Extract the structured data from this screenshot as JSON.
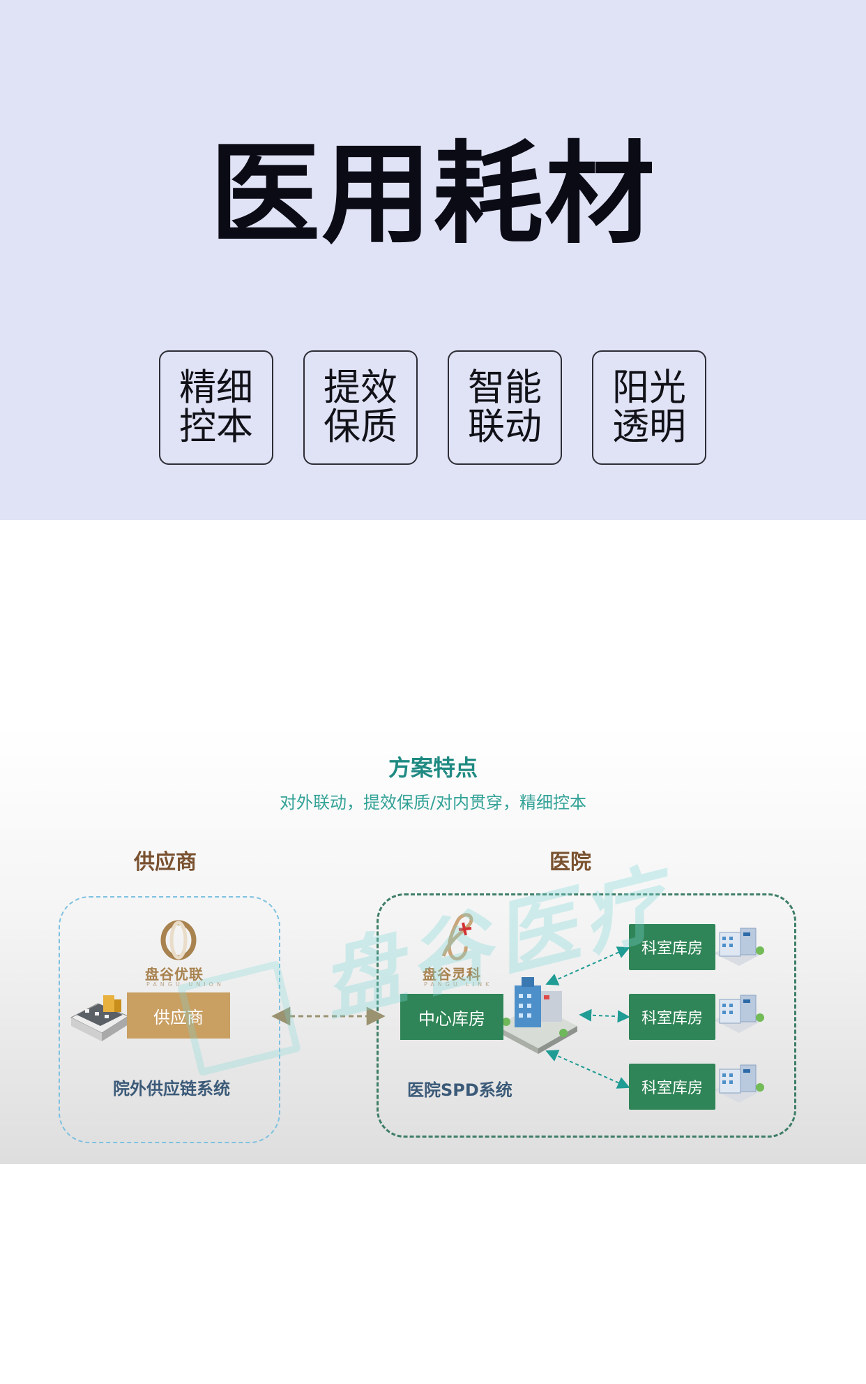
{
  "hero": {
    "title": "医用耗材",
    "tags": [
      "精细控本",
      "提效保质",
      "智能联动",
      "阳光透明"
    ]
  },
  "diagram": {
    "title": "方案特点",
    "subtitle": "对外联动，提效保质/对内贯穿，精细控本",
    "supplier_column": "供应商",
    "hospital_column": "医院",
    "supplier_logo": {
      "name": "盘谷优联",
      "sub": "PANGU UNION"
    },
    "hospital_logo": {
      "name": "盘谷灵科",
      "sub": "PANGU LINK"
    },
    "supplier_node": "供应商",
    "supplier_system": "院外供应链系统",
    "center_node": "中心库房",
    "hospital_system": "医院SPD系统",
    "dept_nodes": [
      "科室库房",
      "科室库房",
      "科室库房"
    ],
    "watermark": "盘谷医疗"
  },
  "colors": {
    "hero_bg": "#e0e2f5",
    "teal": "#1f8a82",
    "green": "#2f8557",
    "gold": "#c99f62",
    "brown": "#7a5230"
  }
}
